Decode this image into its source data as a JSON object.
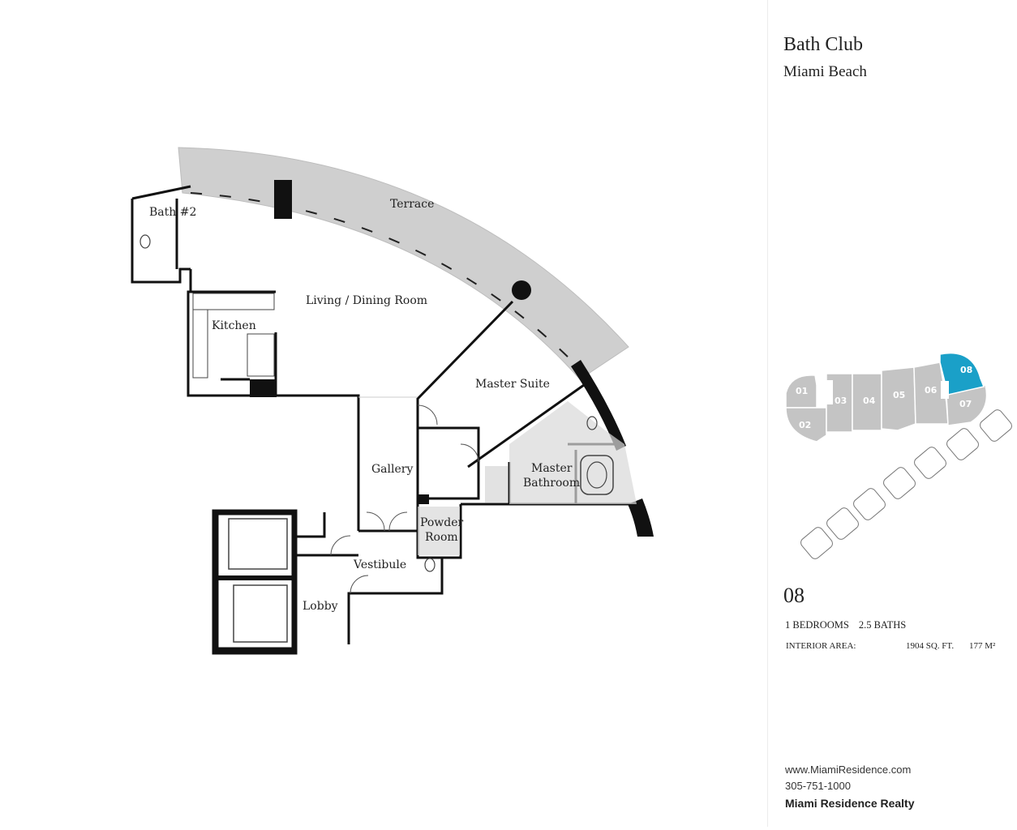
{
  "building": {
    "name": "Bath Club",
    "location": "Miami Beach"
  },
  "unit": {
    "number": "08",
    "bedrooms": "1 BEDROOMS",
    "baths": "2.5 BATHS",
    "interior_label": "INTERIOR AREA:",
    "sqft": "1904 SQ. FT.",
    "m2": "177 M²"
  },
  "rooms": {
    "terrace": "Terrace",
    "bath2": "Bath #2",
    "living": "Living / Dining Room",
    "kitchen": "Kitchen",
    "master_suite": "Master Suite",
    "master_bath_1": "Master",
    "master_bath_2": "Bathroom",
    "gallery": "Gallery",
    "powder_1": "Powder",
    "powder_2": "Room",
    "vestibule": "Vestibule",
    "lobby": "Lobby"
  },
  "keyplan": {
    "units": [
      "01",
      "02",
      "03",
      "04",
      "05",
      "06",
      "07",
      "08"
    ],
    "highlight": "08",
    "highlight_color": "#1aa0c8",
    "unit_color": "#c4c4c4"
  },
  "contact": {
    "website": "www.MiamiResidence.com",
    "phone": "305-751-1000",
    "company": "Miami Residence Realty"
  }
}
